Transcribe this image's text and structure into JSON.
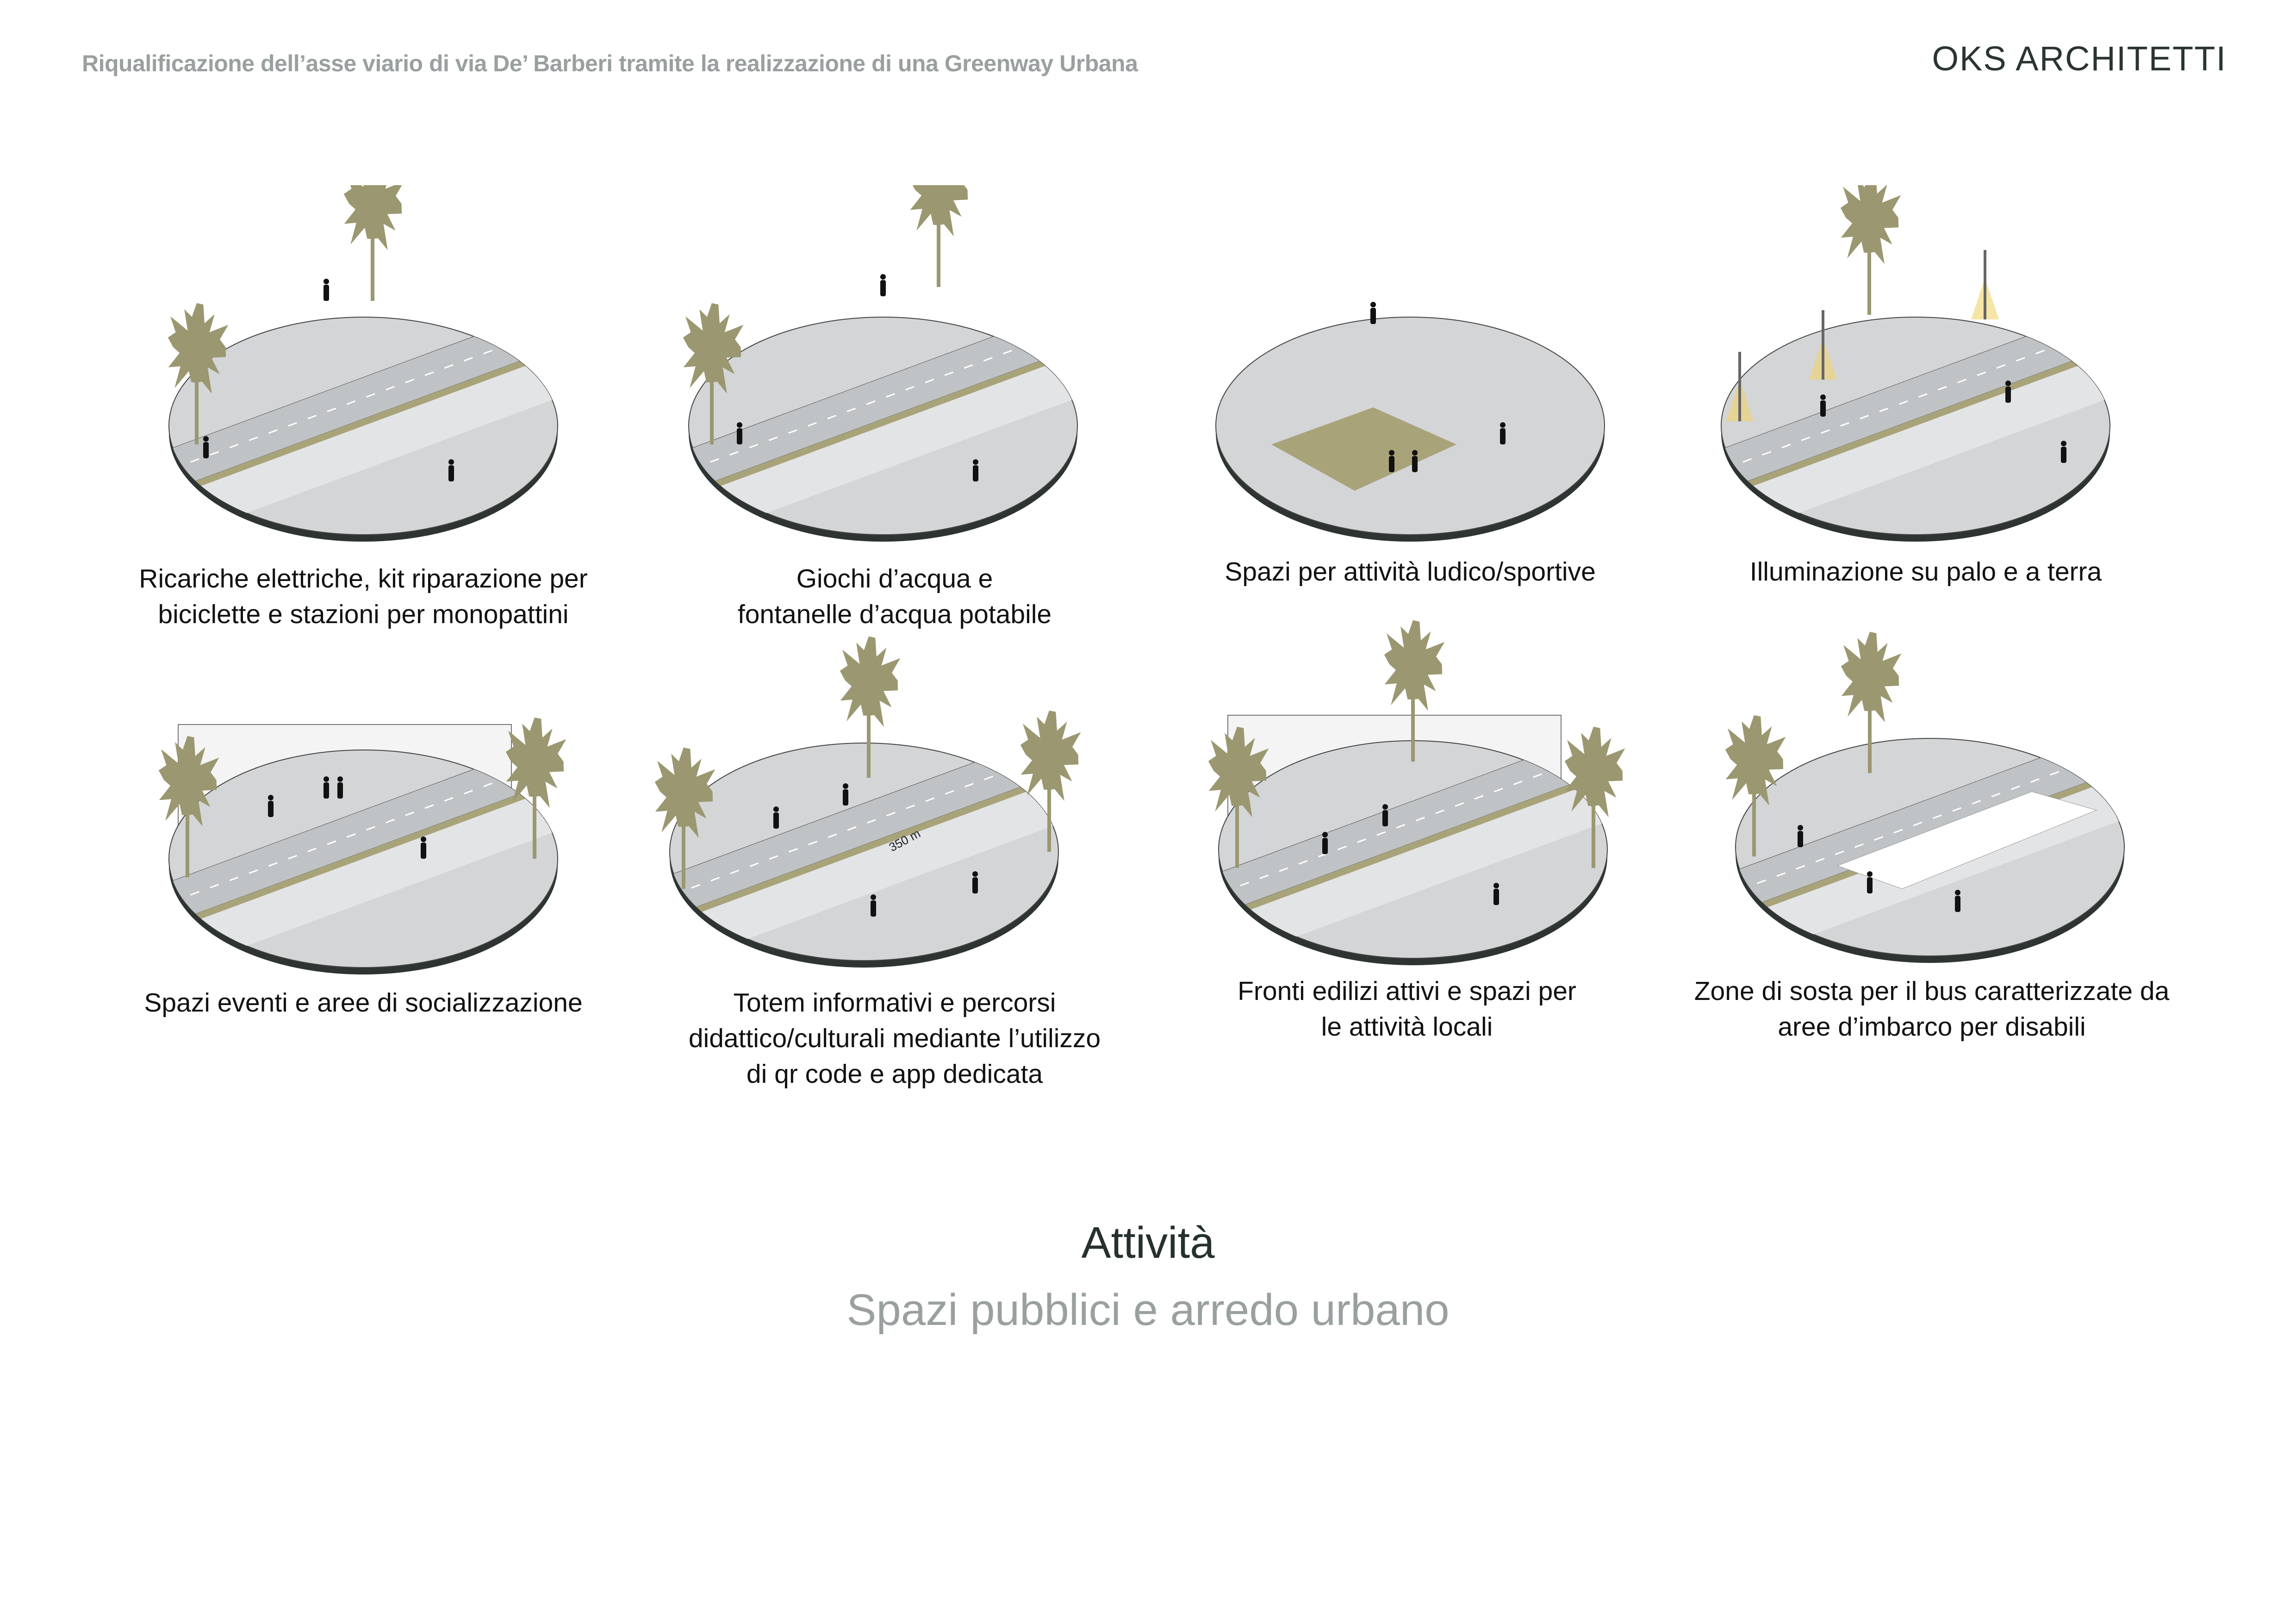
{
  "header": {
    "project_title": "Riqualificazione dell’asse viario di via De’ Barberi tramite la realizzazione di una Greenway Urbana",
    "logo": "OKS ARCHITETTI"
  },
  "tiles": [
    {
      "caption": [
        "Ricariche elettriche, kit riparazione per",
        "biciclette e stazioni per monopattini"
      ]
    },
    {
      "caption": [
        "Giochi d’acqua e",
        "fontanelle d’acqua potabile"
      ]
    },
    {
      "caption": [
        "Spazi per attività ludico/sportive"
      ]
    },
    {
      "caption": [
        "Illuminazione su palo e a terra"
      ]
    },
    {
      "caption": [
        "Spazi eventi e aree di socializzazione"
      ]
    },
    {
      "caption": [
        "Totem informativi e percorsi",
        "didattico/culturali mediante l’utilizzo",
        "di qr code e app dedicata"
      ],
      "distance_label": "350 m"
    },
    {
      "caption": [
        "Fronti edilizi attivi e spazi per",
        "le attività locali"
      ]
    },
    {
      "caption": [
        "Zone di sosta per il bus caratterizzate da",
        "aree d’imbarco per disabili"
      ]
    }
  ],
  "footer": {
    "title": "Attività",
    "subtitle": "Spazi pubblici e arredo urbano"
  },
  "colors": {
    "tree": "#9b9770",
    "ground": "#d3d5d7",
    "road": "#bfc3c5",
    "accent_text": "#9a9fa0",
    "dark_text": "#25302f"
  }
}
